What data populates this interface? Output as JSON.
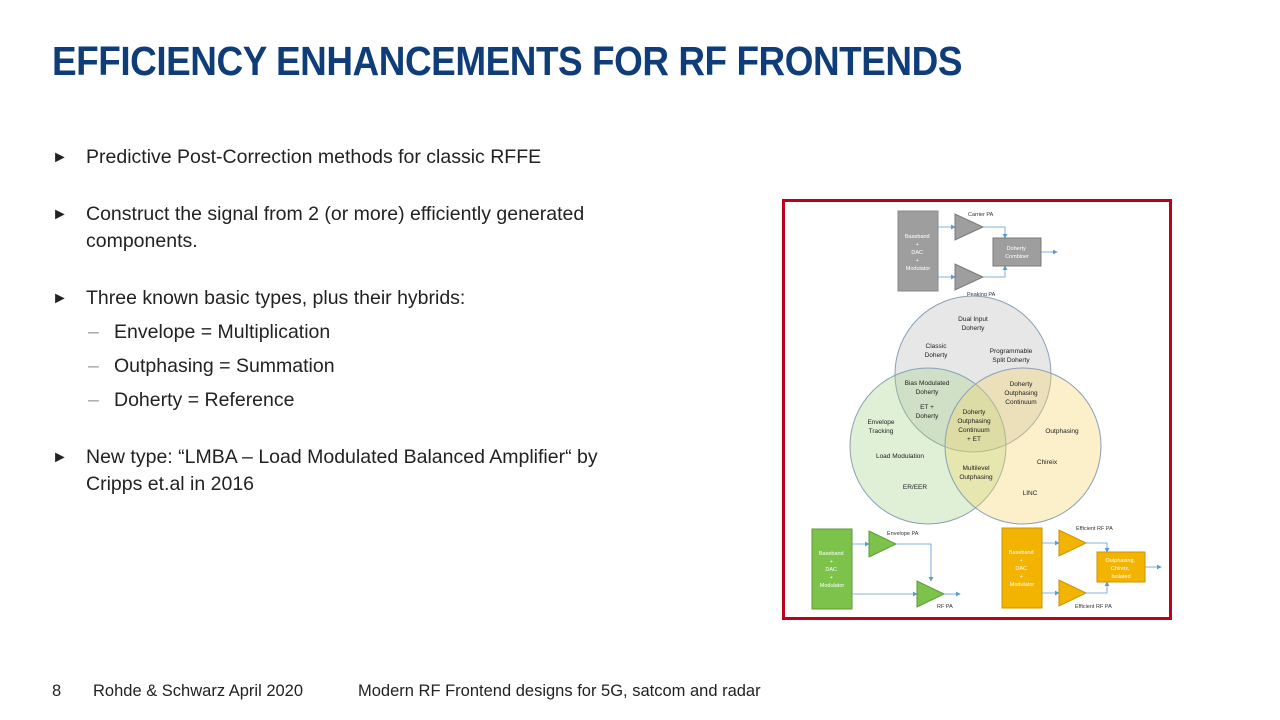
{
  "slide": {
    "title": "EFFICIENCY ENHANCEMENTS FOR RF FRONTENDS",
    "bullet_marker": "►",
    "sub_marker": "–",
    "bullets": [
      {
        "text": "Predictive Post-Correction methods for classic RFFE"
      },
      {
        "line1": "Construct the signal from 2 (or more) efficiently generated",
        "line2": "components."
      },
      {
        "text": "Three known basic types, plus their hybrids:",
        "sub": [
          "Envelope = Multiplication",
          "Outphasing = Summation",
          "Doherty = Reference"
        ]
      },
      {
        "line1": "New type: “LMBA – Load Modulated Balanced Amplifier“ by",
        "line2": "Cripps et.al in 2016"
      }
    ]
  },
  "footer": {
    "page": "8",
    "company": "Rohde & Schwarz April 2020",
    "subject": "Modern RF Frontend designs for 5G, satcom and radar"
  },
  "figure": {
    "border_color": "#c0001a",
    "colors": {
      "doherty": "#9e9e9e",
      "envelope": "#7dc24b",
      "outphasing": "#f2b400"
    },
    "doherty_block": {
      "source_lines": [
        "Baseband",
        "+",
        "DAC",
        "+",
        "Modulator"
      ],
      "carrier_pa": "Carrier PA",
      "peaking_pa": "Peaking PA",
      "combiner_lines": [
        "Doherty",
        "Combiner"
      ]
    },
    "envelope_block": {
      "source_lines": [
        "Baseband",
        "+",
        "DAC",
        "+",
        "Modulator"
      ],
      "envelope_pa": "Envelope PA",
      "rf_pa": "RF PA"
    },
    "outphasing_block": {
      "source_lines": [
        "Baseband",
        "+",
        "DAC",
        "+",
        "Modulator"
      ],
      "pa_top": "Efficient RF PA",
      "pa_bottom": "Efficient RF PA",
      "combiner_lines": [
        "Outphasing,",
        "Chireix,",
        "Isolated"
      ]
    },
    "venn": {
      "dual_input": [
        "Dual Input",
        "Doherty"
      ],
      "classic": [
        "Classic",
        "Doherty"
      ],
      "programmable": [
        "Programmable",
        "Split Doherty"
      ],
      "bias_modulated": [
        "Bias Modulated",
        "Doherty"
      ],
      "et_doherty": [
        "ET +",
        "Doherty"
      ],
      "doherty_outphasing": [
        "Doherty",
        "Outphasing",
        "Continuum"
      ],
      "center": [
        "Doherty",
        "Outphasing",
        "Continuum",
        "+ ET"
      ],
      "envelope_tracking": [
        "Envelope",
        "Tracking"
      ],
      "load_modulation": "Load Modulation",
      "er_eer": "ER/EER",
      "multilevel": [
        "Multilevel",
        "Outphasing"
      ],
      "outphasing": "Outphasing",
      "chireix": "Chireix",
      "linc": "LINC"
    }
  }
}
